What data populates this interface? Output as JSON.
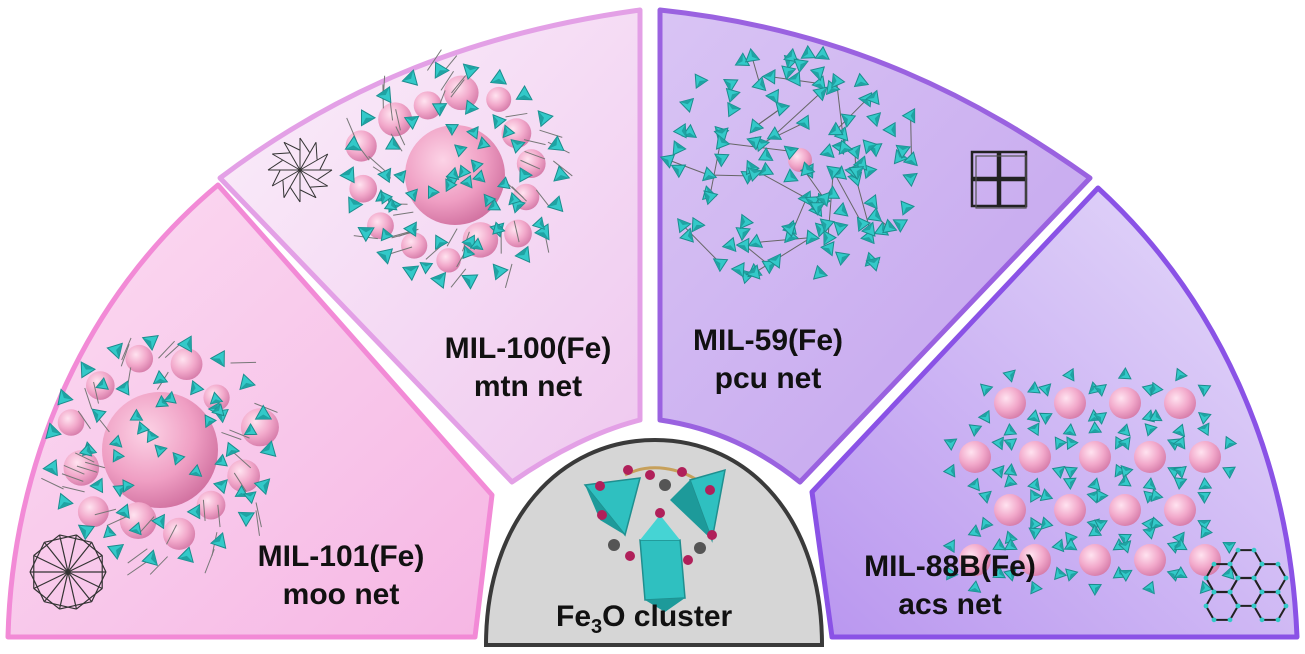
{
  "frameworks": [
    {
      "id": "mil101",
      "name": "MIL-101(Fe)",
      "net": "moo net",
      "accent": "#f28ad6"
    },
    {
      "id": "mil100",
      "name": "MIL-100(Fe)",
      "net": "mtn net",
      "accent": "#e3a0e6"
    },
    {
      "id": "mil59",
      "name": "MIL-59(Fe)",
      "net": "pcu net",
      "accent": "#9a62e0"
    },
    {
      "id": "mil88b",
      "name": "MIL-88B(Fe)",
      "net": "acs net",
      "accent": "#8a52e6"
    }
  ],
  "cluster": {
    "prefix": "Fe",
    "subscript": "3",
    "suffix": "O cluster"
  },
  "colors": {
    "polyhedra": "#33c9c9",
    "cage_sphere": "#f0a8cc",
    "cluster_bg": "#d6d6d6",
    "oxygen": "#b0205a",
    "carbon": "#555555"
  }
}
